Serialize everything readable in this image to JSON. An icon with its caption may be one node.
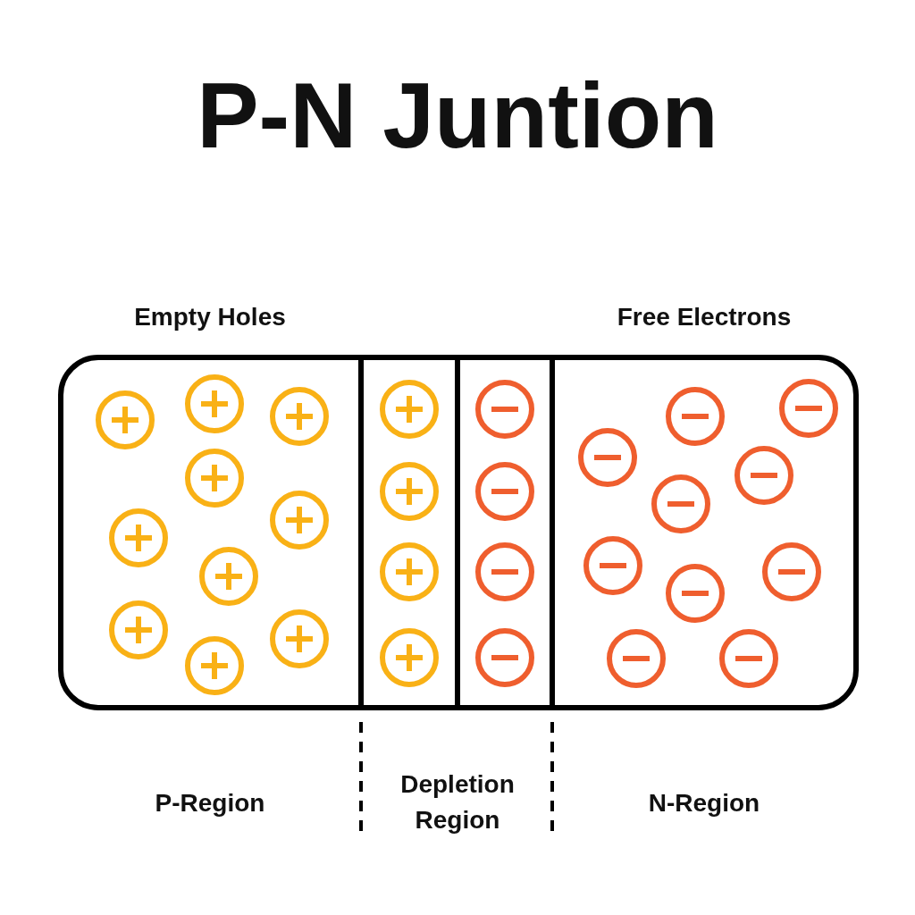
{
  "diagram": {
    "title": "P-N Juntion",
    "labels": [
      "Empty Holes",
      "Free Electrons",
      "P-Region",
      "Depletion Region",
      "N-Region"
    ]
  }
}
